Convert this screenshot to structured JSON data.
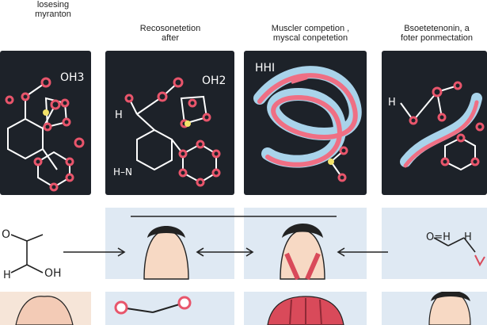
{
  "headers": [
    {
      "line1": "losesing",
      "line2": "myranton"
    },
    {
      "line1": "Recosonetetion",
      "line2": "after"
    },
    {
      "line1": "Muscler competion ,",
      "line2": "myscal conpetetion"
    },
    {
      "line1": "Bsoetetenonin, a",
      "line2": "foter ponmectation"
    }
  ],
  "molecule_labels": {
    "p1_oh": "OH3",
    "p2_oh": "OH2",
    "p2_h": "H",
    "p2_hn": "H–N",
    "p3_hh": "HHI",
    "p4_h": "H"
  },
  "diagram_labels": {
    "formula_o": "O",
    "formula_h": "H",
    "formula_oh": "OH",
    "right_h": "H",
    "right_oh": "O=H"
  },
  "colors": {
    "panel_bg": "#1d2229",
    "atom_pink": "#e8556b",
    "bond_white": "#ffffff",
    "ribbon_blue": "#a9d3ea",
    "ribbon_pink": "#ef6f84",
    "highlight_yellow": "#f3e36a",
    "muscle_red": "#d94a5a",
    "strip_blue": "#dfe9f3"
  }
}
